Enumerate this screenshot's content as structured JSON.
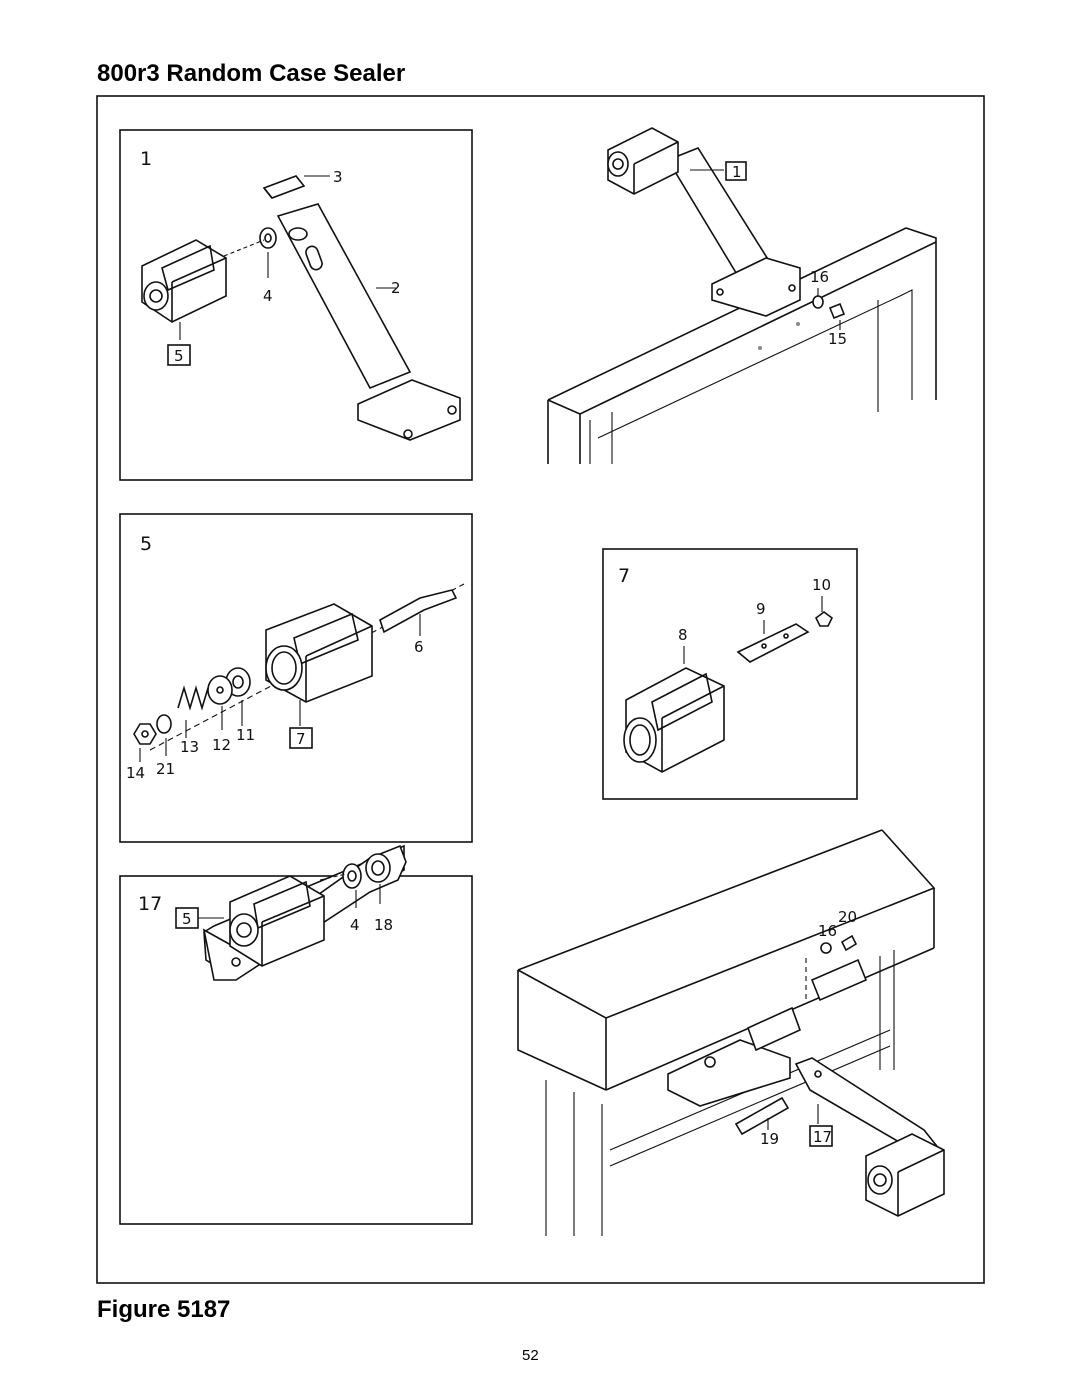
{
  "page": {
    "title": "800r3 Random Case Sealer",
    "figure_caption": "Figure 5187",
    "page_number": "52"
  },
  "panels": {
    "p1": {
      "id": "1",
      "callouts": [
        "3",
        "2",
        "4"
      ],
      "ref_box": "5"
    },
    "p5": {
      "id": "5",
      "callouts": [
        "6",
        "11",
        "12",
        "13",
        "21",
        "14"
      ],
      "ref_box": "7"
    },
    "p7": {
      "id": "7",
      "callouts": [
        "10",
        "9",
        "8"
      ]
    },
    "p17": {
      "id": "17",
      "callouts": [
        "4",
        "18"
      ],
      "ref_box": "5"
    }
  },
  "assembly_top": {
    "ref_box": "1",
    "callouts": [
      "16",
      "15"
    ]
  },
  "assembly_bottom": {
    "ref_box": "17",
    "callouts": [
      "16",
      "20",
      "19"
    ]
  }
}
